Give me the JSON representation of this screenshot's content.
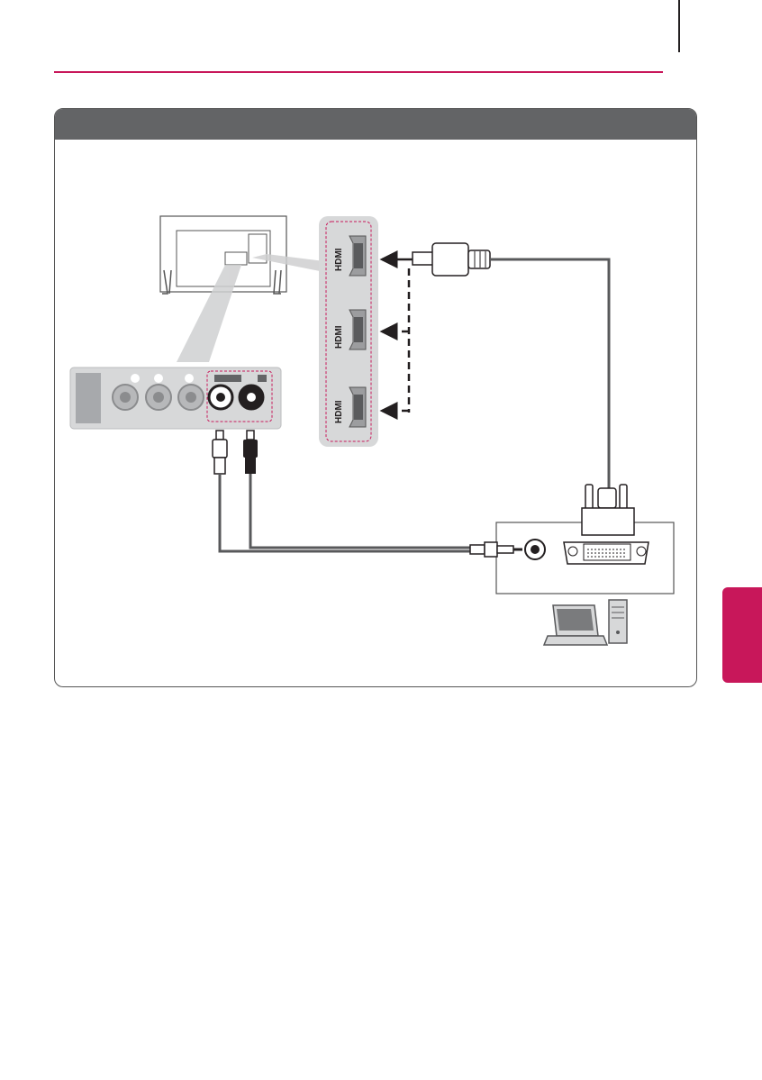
{
  "page": {
    "accent_color": "#c8175a",
    "header_bar_color": "#636466"
  },
  "diagram": {
    "hdmi_port_labels": [
      "HDMI",
      "HDMI",
      "HDMI"
    ],
    "icons": [
      "tv-rear-icon",
      "av-input-panel",
      "hdmi-port-panel",
      "hdmi-cable-plug",
      "rca-plug-white",
      "rca-plug-black",
      "dvi-connector",
      "audio-jack-plug",
      "laptop-icon",
      "desktop-tower-icon"
    ]
  }
}
